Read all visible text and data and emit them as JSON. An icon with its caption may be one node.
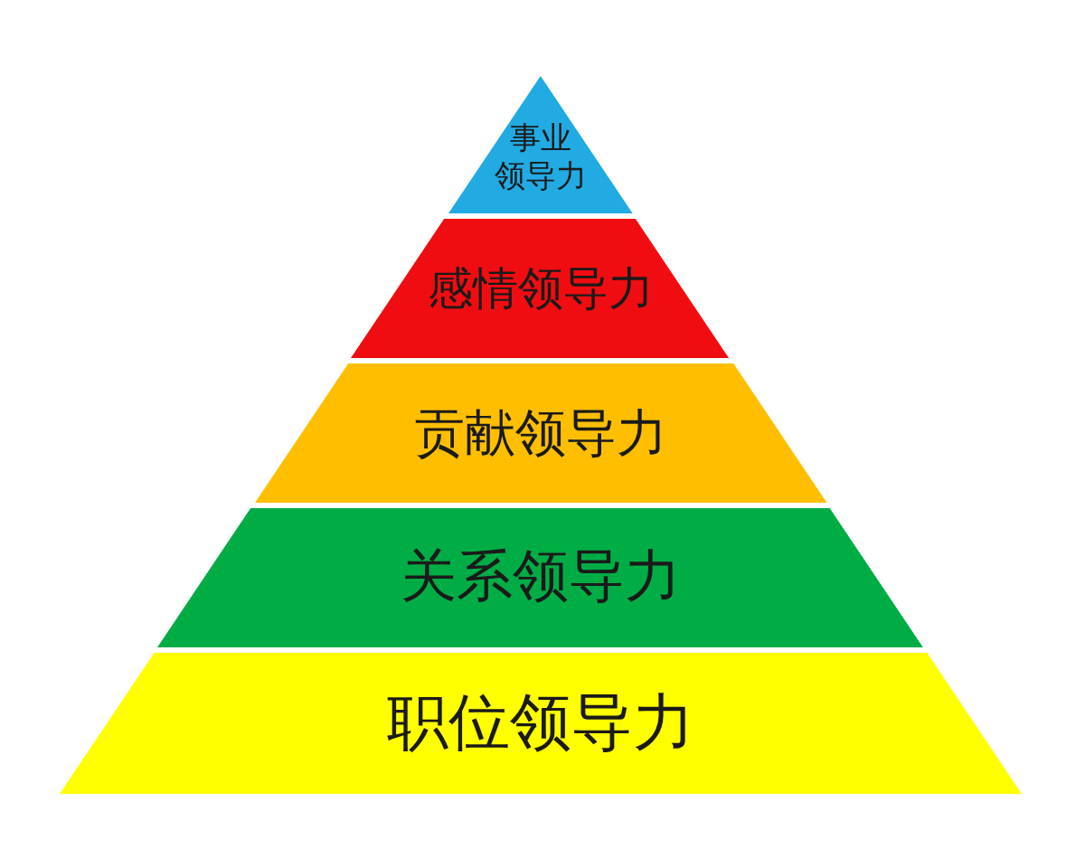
{
  "diagram": {
    "nodes": [
      {
        "text": [
          "事业领导力"
        ]
      },
      {
        "text": [
          "感情领导力"
        ]
      },
      {
        "text": [
          "贡献领导力"
        ]
      },
      {
        "text": [
          "关系领导力"
        ]
      },
      {
        "text": [
          "职位领导力"
        ]
      }
    ]
  }
}
